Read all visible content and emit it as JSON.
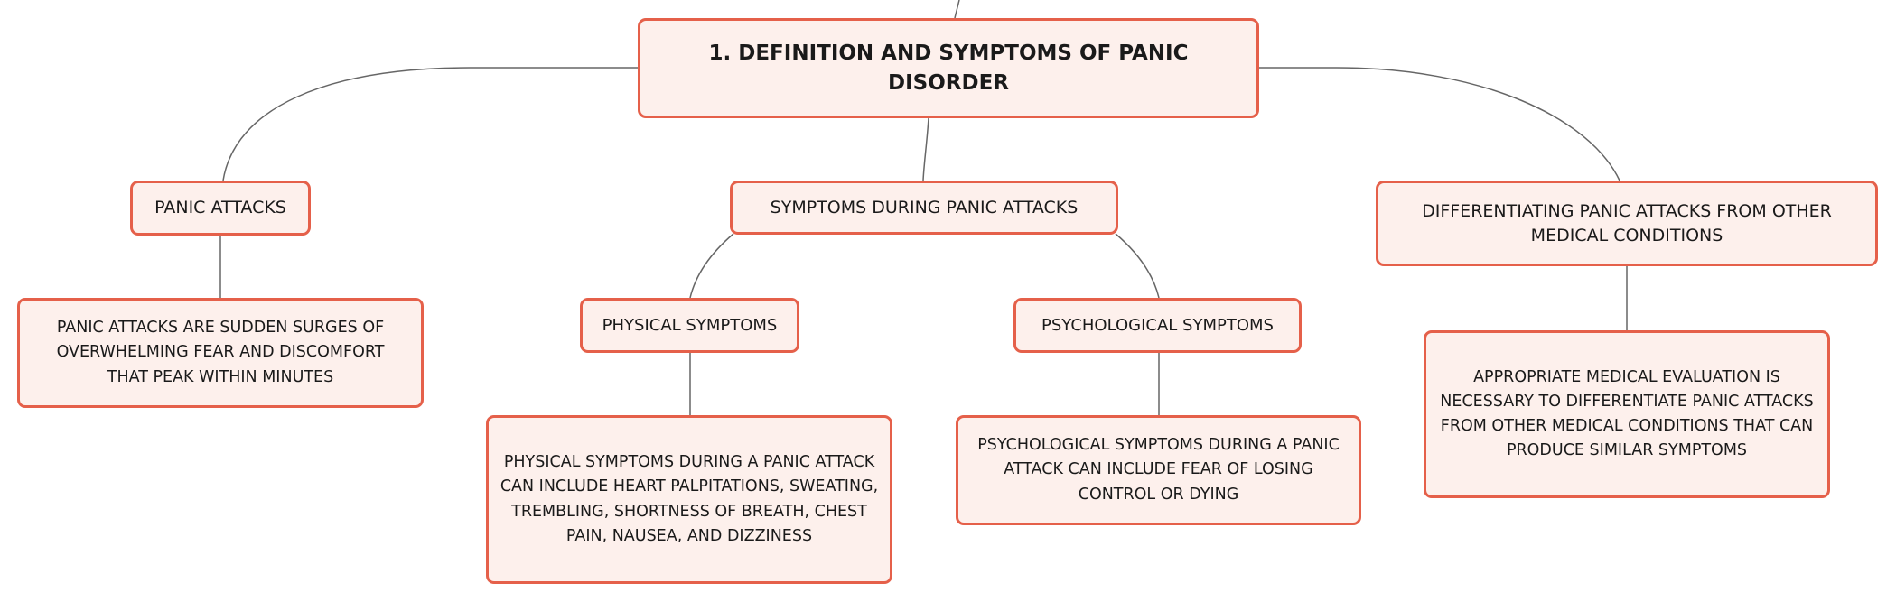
{
  "mindmap": {
    "root": {
      "label": "1. DEFINITION AND SYMPTOMS OF PANIC DISORDER"
    },
    "branches": {
      "panic_attacks": {
        "label": "PANIC ATTACKS",
        "detail": "PANIC ATTACKS ARE SUDDEN SURGES OF OVERWHELMING FEAR AND DISCOMFORT THAT PEAK WITHIN MINUTES"
      },
      "symptoms": {
        "label": "SYMPTOMS DURING PANIC ATTACKS",
        "physical": {
          "label": "PHYSICAL SYMPTOMS",
          "detail": "PHYSICAL SYMPTOMS DURING A PANIC ATTACK CAN INCLUDE HEART PALPITATIONS, SWEATING, TREMBLING, SHORTNESS OF BREATH, CHEST PAIN, NAUSEA, AND DIZZINESS"
        },
        "psychological": {
          "label": "PSYCHOLOGICAL SYMPTOMS",
          "detail": "PSYCHOLOGICAL SYMPTOMS DURING A PANIC ATTACK CAN INCLUDE FEAR OF LOSING CONTROL OR DYING"
        }
      },
      "differentiating": {
        "label": "DIFFERENTIATING PANIC ATTACKS FROM OTHER MEDICAL CONDITIONS",
        "detail": "APPROPRIATE MEDICAL EVALUATION IS NECESSARY TO DIFFERENTIATE PANIC ATTACKS FROM OTHER MEDICAL CONDITIONS THAT CAN PRODUCE SIMILAR SYMPTOMS"
      }
    },
    "colors": {
      "node_border": "#e5604a",
      "node_fill": "#fdf0ec",
      "connector": "#666666",
      "text": "#1a1a1a"
    }
  }
}
